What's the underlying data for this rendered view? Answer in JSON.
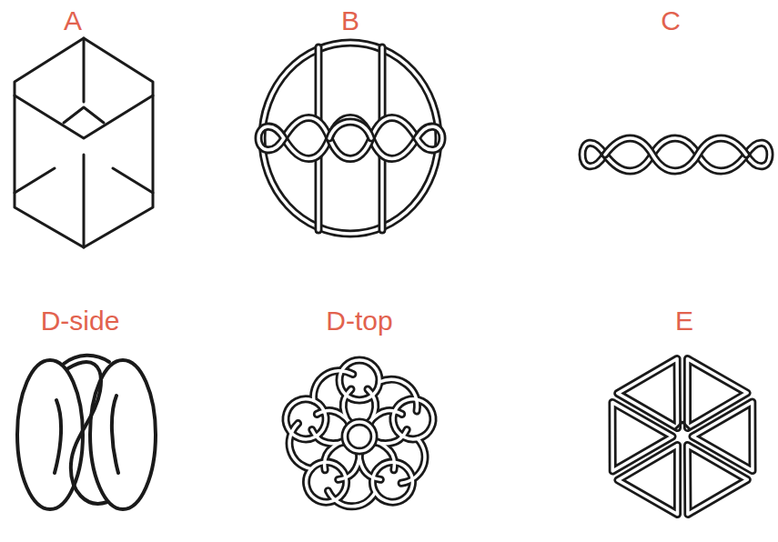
{
  "diagram": {
    "labels": [
      "A",
      "B",
      "C",
      "D-side",
      "D-top",
      "E"
    ]
  }
}
